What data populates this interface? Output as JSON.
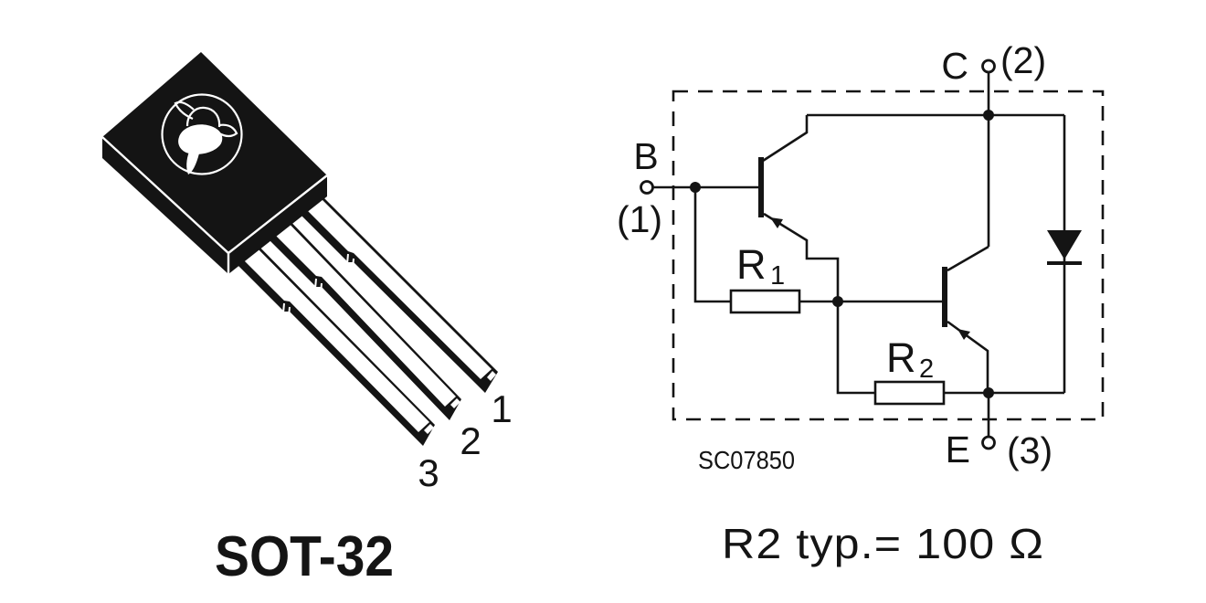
{
  "package": {
    "caption": "SOT-32",
    "pins": [
      "1",
      "2",
      "3"
    ]
  },
  "schematic": {
    "terminals": {
      "base": {
        "letter": "B",
        "pin": "(1)"
      },
      "collector": {
        "letter": "C",
        "pin": "(2)"
      },
      "emitter": {
        "letter": "E",
        "pin": "(3)"
      }
    },
    "resistors": {
      "r1": {
        "letter": "R",
        "sub": "1"
      },
      "r2": {
        "letter": "R",
        "sub": "2"
      }
    },
    "code": "SC07850",
    "note": "R2 typ.= 100 Ω"
  },
  "colors": {
    "ink": "#141414",
    "paper": "#ffffff"
  }
}
